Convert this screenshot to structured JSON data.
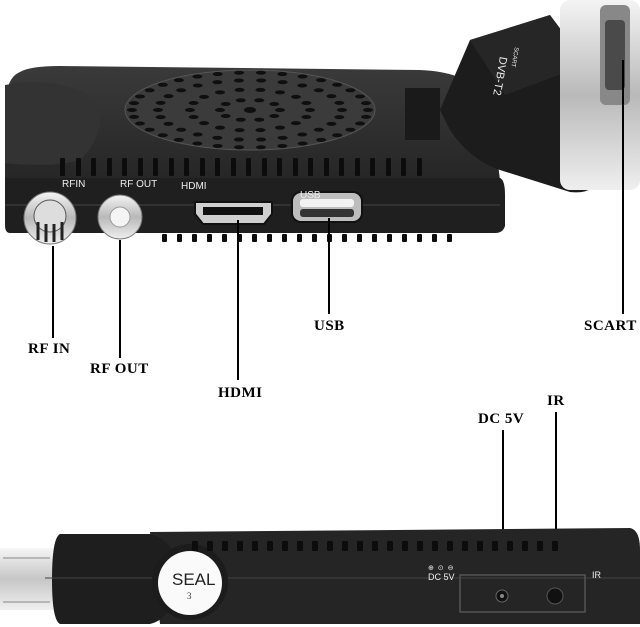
{
  "top_view": {
    "port_markings": {
      "rf_in": "RFIN",
      "rf_out": "RF OUT",
      "hdmi": "HDMI",
      "usb": "USB"
    },
    "scart_plug_text": {
      "model": "DVB-T2",
      "scart": "SCART"
    }
  },
  "callouts": {
    "rf_in": "RF IN",
    "rf_out": "RF OUT",
    "hdmi": "HDMI",
    "usb": "USB",
    "scart": "SCART",
    "dc_5v": "DC 5V",
    "ir": "IR"
  },
  "side_view": {
    "seal_sticker": {
      "label": "SEAL",
      "number": "3"
    },
    "port_markings": {
      "dc_5v": "DC 5V",
      "ir": "IR"
    }
  },
  "colors": {
    "body": "#2b2b2b",
    "panel": "#1e1e1e",
    "silver": "#d8d8d8"
  }
}
